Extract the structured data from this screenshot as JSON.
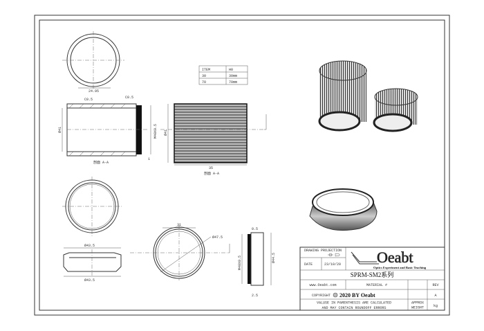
{
  "item_table": {
    "headers": [
      "ITEM",
      "H0"
    ],
    "rows": [
      [
        "30",
        "30mm"
      ],
      [
        "70",
        "70mm"
      ]
    ]
  },
  "dimensions": {
    "top_circle_width": "24.95",
    "section_chamfer_left": "C0.5",
    "section_chamfer_right": "C0.5",
    "section_diameter": "Ø41",
    "section_thread": "M40X0.5",
    "section_step": "1",
    "section_label": "剖面 A-A",
    "knurl_diameter": "Ø41",
    "knurl_length": "35",
    "knurl_label": "剖面 A-A",
    "ring_top_diameter": "Ø43.5",
    "ring_bottom_diameter": "Ø43.5",
    "ring_width": "31",
    "ring_outer_diameter": "Ø47.5",
    "ring_side_thread": "M40X0.5",
    "ring_side_diameter": "Ø44.5",
    "ring_side_a": "0.5",
    "ring_side_b": "2.5"
  },
  "title_block": {
    "drawing_projection": "DRAWING PROJECTION",
    "date_label": "DATE",
    "date_value": "23/10/20",
    "logo_text": "Oeabt",
    "logo_tagline": "Optics Experiment and Basic Teaching",
    "title": "SPRM-SM2系列",
    "website": "www.Oeabt.com",
    "material": "MATERIAL #",
    "rev_label": "REV",
    "copyright_label": "COPYRIGHT",
    "copyright_text": "2020 BY Oeabt",
    "rev_value": "A",
    "note_line1": "VALUSE IN PARENTHESIS ARE CALCULATED",
    "note_line2": "AND MAY CONTAIN ROUNDOFF ERRORS",
    "approx_weight_1": "APPROX",
    "approx_weight_2": "WEIGHT",
    "weight_unit": "kg"
  }
}
